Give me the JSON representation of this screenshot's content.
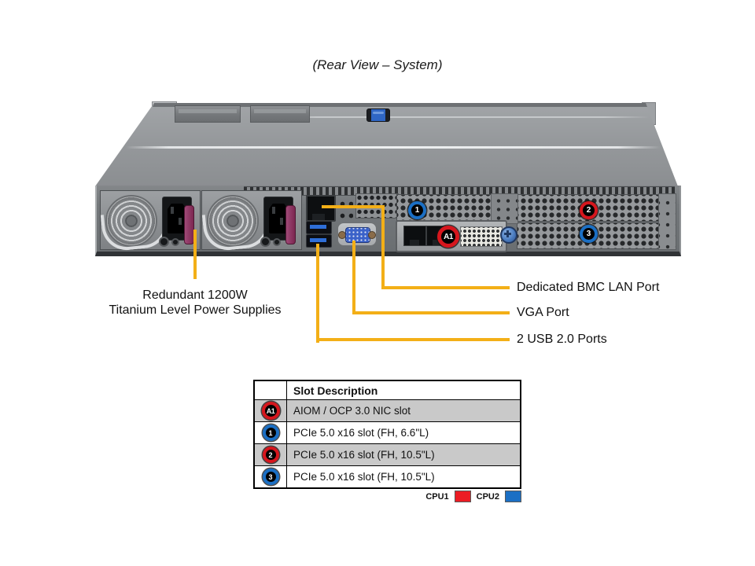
{
  "title": "(Rear View – System)",
  "callouts": {
    "line_color": "#F3AF17",
    "psu": {
      "line1": "Redundant 1200W",
      "line2": "Titanium Level Power Supplies"
    },
    "bmc": {
      "label": "Dedicated BMC LAN Port"
    },
    "vga": {
      "label": "VGA Port"
    },
    "usb": {
      "label": "2 USB 2.0 Ports"
    }
  },
  "server": {
    "badges": {
      "slot1": {
        "label": "1",
        "color": "#1B6FC4"
      },
      "slot2": {
        "label": "2",
        "color": "#D6161D"
      },
      "slot3": {
        "label": "3",
        "color": "#1B6FC4"
      },
      "aiom": {
        "label": "A1",
        "color": "#D6161D"
      }
    }
  },
  "slot_table": {
    "header": "Slot Description",
    "rows": [
      {
        "badge": "A1",
        "badge_color": "#D6161D",
        "description": "AIOM / OCP 3.0 NIC slot",
        "bg": "#c9c9c9"
      },
      {
        "badge": "1",
        "badge_color": "#1B6FC4",
        "description": "PCIe 5.0 x16 slot (FH, 6.6\"L)",
        "bg": "#ffffff"
      },
      {
        "badge": "2",
        "badge_color": "#D6161D",
        "description": "PCIe 5.0 x16 slot (FH, 10.5\"L)",
        "bg": "#c9c9c9"
      },
      {
        "badge": "3",
        "badge_color": "#1B6FC4",
        "description": "PCIe 5.0 x16 slot (FH, 10.5\"L)",
        "bg": "#ffffff"
      }
    ]
  },
  "legend": {
    "cpu1": {
      "label": "CPU1",
      "color": "#EC1C24"
    },
    "cpu2": {
      "label": "CPU2",
      "color": "#1B6FC4"
    }
  }
}
